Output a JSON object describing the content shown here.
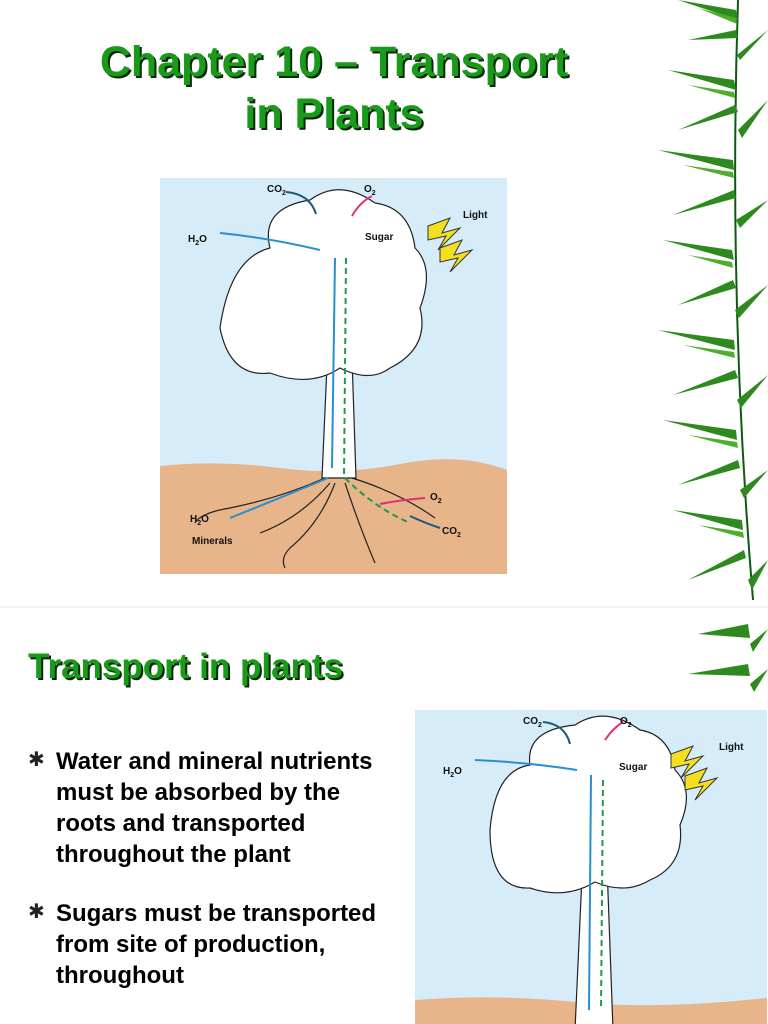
{
  "slide1": {
    "title_line1": "Chapter 10 – Transport",
    "title_line2": "in Plants"
  },
  "slide2": {
    "heading": "Transport in plants",
    "bullets": [
      {
        "text": "Water and mineral nutrients must be absorbed by the roots and transported throughout the plant"
      },
      {
        "text": "Sugars must be transported from site of production, throughout"
      }
    ]
  },
  "diagram": {
    "co2": "CO",
    "co2_sub": "2",
    "o2": "O",
    "o2_sub": "2",
    "h2o_pre": "H",
    "h2o_sub": "2",
    "h2o_post": "O",
    "light": "Light",
    "sugar": "Sugar",
    "minerals": "Minerals"
  },
  "colors": {
    "title_green": "#1a9a1a",
    "sky": "#d6ecf8",
    "soil": "#e8b48a",
    "water_arrow": "#2a8fd0",
    "sugar_arrow": "#1f9a4a",
    "o2_arrow": "#e0307a",
    "light_bolt": "#f2e020"
  },
  "icons": {
    "bullet": "✱",
    "foliage": "palm-leaves-decoration"
  }
}
